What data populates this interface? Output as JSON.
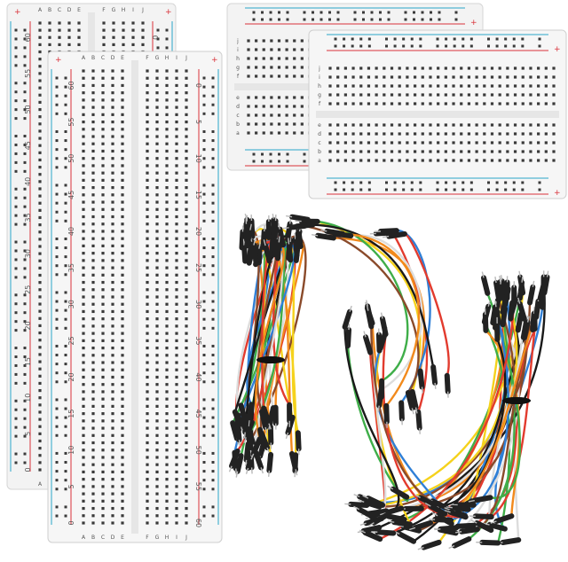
{
  "colors": {
    "board": "#f3f3f3",
    "board_edge": "#d6d6d6",
    "hole": "#3a3a3a",
    "rail_red": "#d9323a",
    "rail_blue": "#2aa6c8",
    "pin_plastic": "#222222"
  },
  "wire_colors": [
    "#e23b2e",
    "#f28a1c",
    "#f5d21c",
    "#3fae49",
    "#2f7fd6",
    "#ffffff",
    "#1a1a1a",
    "#8a4a2a"
  ],
  "large_boards": {
    "row_numbers": [
      "0",
      "5",
      "10",
      "15",
      "20",
      "25",
      "30",
      "35",
      "40",
      "45",
      "50",
      "55",
      "60"
    ],
    "column_letters": [
      "A",
      "B",
      "C",
      "D",
      "E",
      "F",
      "G",
      "H",
      "I",
      "J"
    ],
    "plus_sign": "+"
  },
  "small_boards": {
    "column_letters": [
      "a",
      "b",
      "c",
      "d",
      "e",
      "f",
      "g",
      "h",
      "i",
      "j"
    ],
    "plus_sign": "+"
  }
}
